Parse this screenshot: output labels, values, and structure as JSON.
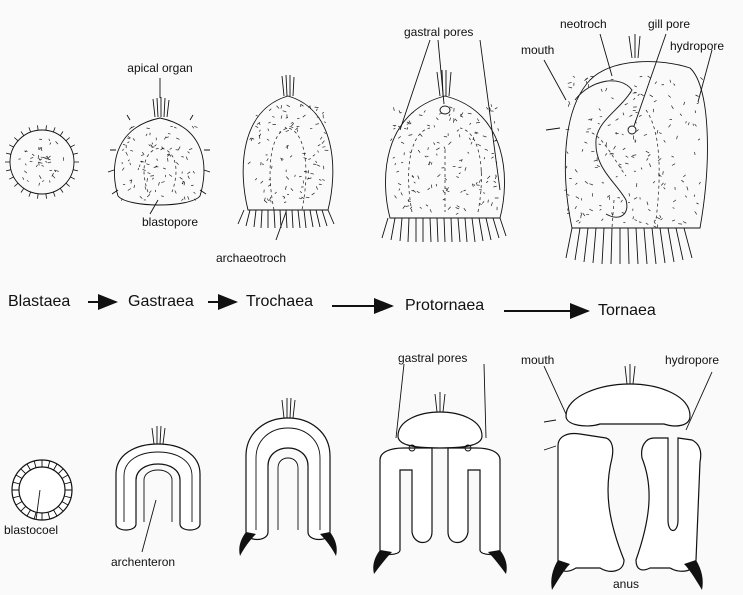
{
  "labels": {
    "apical_organ": "apical organ",
    "blastopore": "blastopore",
    "archaeotroch": "archaeotroch",
    "gastral_pores_top": "gastral pores",
    "mouth_top": "mouth",
    "neotroch": "neotroch",
    "gill_pore": "gill pore",
    "hydropore_top": "hydropore",
    "blastocoel": "blastocoel",
    "archenteron": "archenteron",
    "gastral_pores_bottom": "gastral pores",
    "mouth_bottom": "mouth",
    "hydropore_bottom": "hydropore",
    "anus": "anus"
  },
  "stages": [
    "Blastaea",
    "Gastraea",
    "Trochaea",
    "Protornaea",
    "Tornaea"
  ]
}
